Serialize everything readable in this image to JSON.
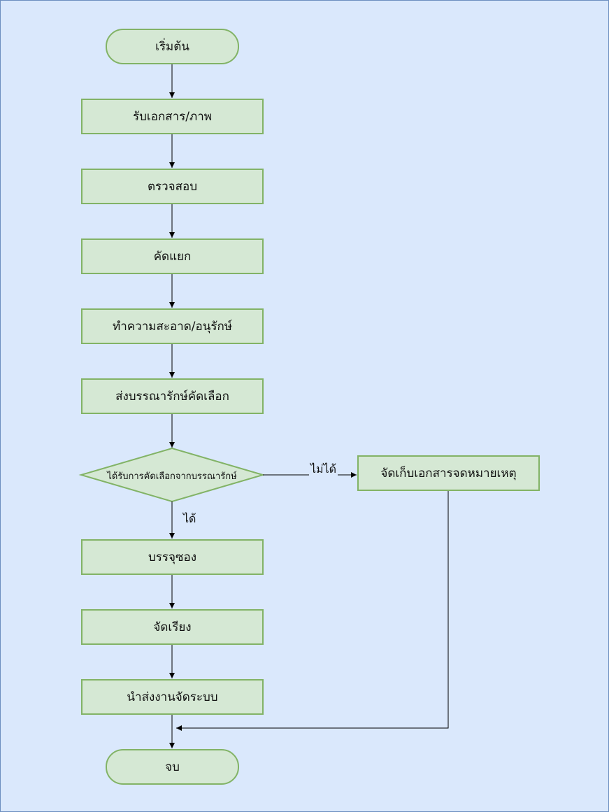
{
  "nodes": {
    "start": "เริ่มต้น",
    "receive": "รับเอกสาร/ภาพ",
    "inspect": "ตรวจสอบ",
    "sort": "คัดแยก",
    "clean": "ทำความสะอาด/อนุรักษ์",
    "send": "ส่งบรรณารักษ์คัดเลือก",
    "decision": "ได้รับการคัดเลือกจากบรรณารักษ์",
    "archive": "จัดเก็บเอกสารจดหมายเหตุ",
    "envelope": "บรรจุซอง",
    "arrange": "จัดเรียง",
    "deliver": "นำส่งงานจัดระบบ",
    "end": "จบ"
  },
  "edge_labels": {
    "no": "ไม่ได้",
    "yes": "ได้"
  },
  "colors": {
    "background": "#dae8fc",
    "border": "#6c8ebf",
    "node_fill": "#d5e8d4",
    "node_stroke": "#82b366",
    "edge": "#000000"
  }
}
